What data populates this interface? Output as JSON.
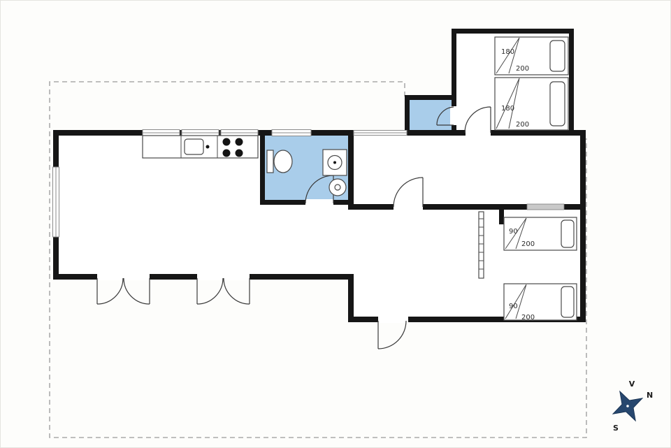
{
  "floorplan": {
    "kind": "holiday-home-floor-plan",
    "colors": {
      "walls": "#161616",
      "wet_rooms": "#a9cdea",
      "window_marker_gray": "#c9c9c9",
      "plot_boundary": "#9a9a9a",
      "compass_rose": "#27476e",
      "background": "#ffffff"
    },
    "symbols": [
      "double-bed",
      "single-bed",
      "pillow",
      "duvet-fold",
      "toilet",
      "washbasin",
      "round-basin",
      "kitchen-sink",
      "hob-4-burners",
      "door-swing",
      "folding-partition",
      "window",
      "compass-rose"
    ],
    "bedroom_north": {
      "beds": [
        {
          "width": "180",
          "length": "200"
        },
        {
          "width": "180",
          "length": "200"
        }
      ]
    },
    "bedroom_east": {
      "beds": [
        {
          "width": "90",
          "length": "200"
        },
        {
          "width": "90",
          "length": "200"
        }
      ]
    },
    "compass": {
      "west": "V",
      "north": "N",
      "south": "S"
    }
  }
}
